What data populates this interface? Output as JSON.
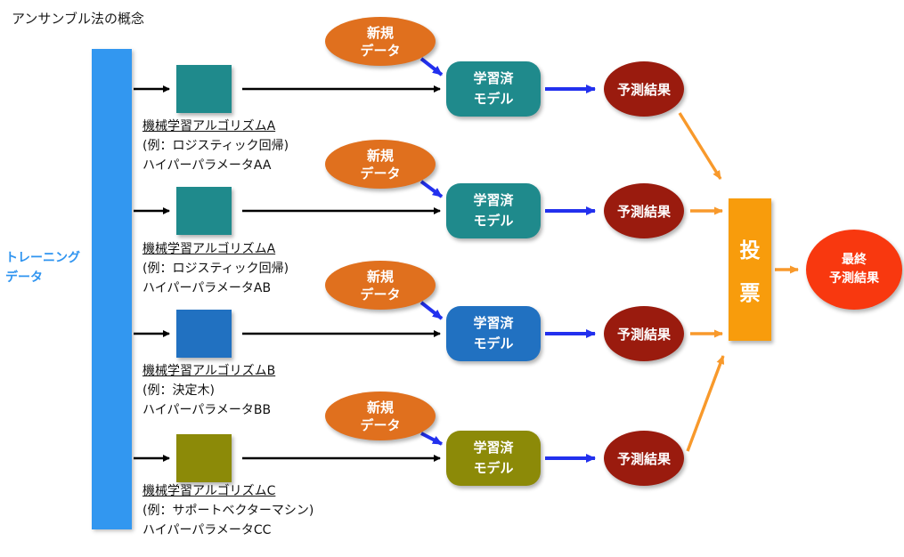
{
  "title": "アンサンブル法の概念",
  "training_data": {
    "line1": "トレーニング",
    "line2": "データ"
  },
  "rows": [
    {
      "algorithm": "機械学習アルゴリズムA",
      "example": "(例：ロジスティック回帰)",
      "hyperparameters": "ハイパーパラメータAA",
      "new_data": {
        "line1": "新規",
        "line2": "データ"
      },
      "model": {
        "line1": "学習済",
        "line2": "モデル"
      },
      "result": "予測結果",
      "accent_color": "#1f8a8c"
    },
    {
      "algorithm": "機械学習アルゴリズムA",
      "example": "(例：ロジスティック回帰)",
      "hyperparameters": "ハイパーパラメータAB",
      "new_data": {
        "line1": "新規",
        "line2": "データ"
      },
      "model": {
        "line1": "学習済",
        "line2": "モデル"
      },
      "result": "予測結果",
      "accent_color": "#1f8a8c"
    },
    {
      "algorithm": "機械学習アルゴリズムB",
      "example": "(例：決定木)",
      "hyperparameters": "ハイパーパラメータBB",
      "new_data": {
        "line1": "新規",
        "line2": "データ"
      },
      "model": {
        "line1": "学習済",
        "line2": "モデル"
      },
      "result": "予測結果",
      "accent_color": "#2171c1"
    },
    {
      "algorithm": "機械学習アルゴリズムC",
      "example": "(例：サポートベクターマシン)",
      "hyperparameters": "ハイパーパラメータCC",
      "new_data": {
        "line1": "新規",
        "line2": "データ"
      },
      "model": {
        "line1": "学習済",
        "line2": "モデル"
      },
      "result": "予測結果",
      "accent_color": "#8c8a08"
    }
  ],
  "vote": {
    "line1": "投",
    "line2": "票"
  },
  "final_result": {
    "line1": "最終",
    "line2": "予測結果"
  },
  "colors": {
    "training_bar": "#3297f0",
    "training_label": "#2f94f0",
    "new_data_orange": "#e0701e",
    "result_maroon": "#9a1b0e",
    "vote_orange": "#f89c0c",
    "final_red": "#f8380f",
    "arrow_black": "#000000",
    "arrow_blue": "#2230ee",
    "arrow_orange": "#f8992b"
  }
}
